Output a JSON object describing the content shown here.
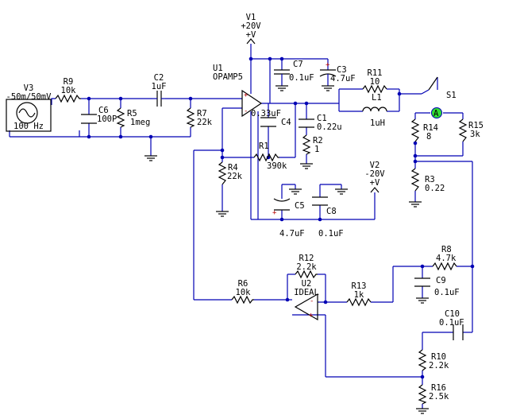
{
  "components": {
    "V1": {
      "ref": "V1",
      "value": "+20V",
      "node": "+V"
    },
    "V2": {
      "ref": "V2",
      "value": "-20V",
      "node": "+V"
    },
    "V3": {
      "ref": "V3",
      "value": "-50m/50mV",
      "freq": "100 Hz"
    },
    "U1": {
      "ref": "U1",
      "model": "OPAMP5"
    },
    "U2": {
      "ref": "U2",
      "model": "IDEAL"
    },
    "S1": {
      "ref": "S1",
      "label": "A"
    },
    "R1": {
      "ref": "R1",
      "value": "390k"
    },
    "R2": {
      "ref": "R2",
      "value": "1"
    },
    "R3": {
      "ref": "R3",
      "value": "0.22"
    },
    "R4": {
      "ref": "R4",
      "value": "22k"
    },
    "R5": {
      "ref": "R5",
      "value": "1meg"
    },
    "R6": {
      "ref": "R6",
      "value": "10k"
    },
    "R7": {
      "ref": "R7",
      "value": "22k"
    },
    "R8": {
      "ref": "R8",
      "value": "4.7k"
    },
    "R9": {
      "ref": "R9",
      "value": "10k"
    },
    "R10": {
      "ref": "R10",
      "value": "2.2k"
    },
    "R11": {
      "ref": "R11",
      "value": "10"
    },
    "R12": {
      "ref": "R12",
      "value": "2.2k"
    },
    "R13": {
      "ref": "R13",
      "value": "1k"
    },
    "R14": {
      "ref": "R14",
      "value": "8"
    },
    "R15": {
      "ref": "R15",
      "value": "3k"
    },
    "R16": {
      "ref": "R16",
      "value": "2.5k"
    },
    "C1": {
      "ref": "C1",
      "value": "0.22u"
    },
    "C2": {
      "ref": "C2",
      "value": "1uF"
    },
    "C3": {
      "ref": "C3",
      "value": "4.7uF"
    },
    "C4": {
      "ref": "C4",
      "value": "0.33uF"
    },
    "C5": {
      "ref": "C5",
      "value": "4.7uF"
    },
    "C6": {
      "ref": "C6",
      "value": "100P"
    },
    "C7": {
      "ref": "C7",
      "value": "0.1uF"
    },
    "C8": {
      "ref": "C8",
      "value": "0.1uF"
    },
    "C9": {
      "ref": "C9",
      "value": "0.1uF"
    },
    "C10": {
      "ref": "C10",
      "value": "0.1uF"
    },
    "L1": {
      "ref": "L1",
      "value": "1uH"
    }
  },
  "colors": {
    "wire": "#0000b4",
    "component": "#000000",
    "switch_highlight": "#33dd33",
    "polarity": "#b40000"
  }
}
